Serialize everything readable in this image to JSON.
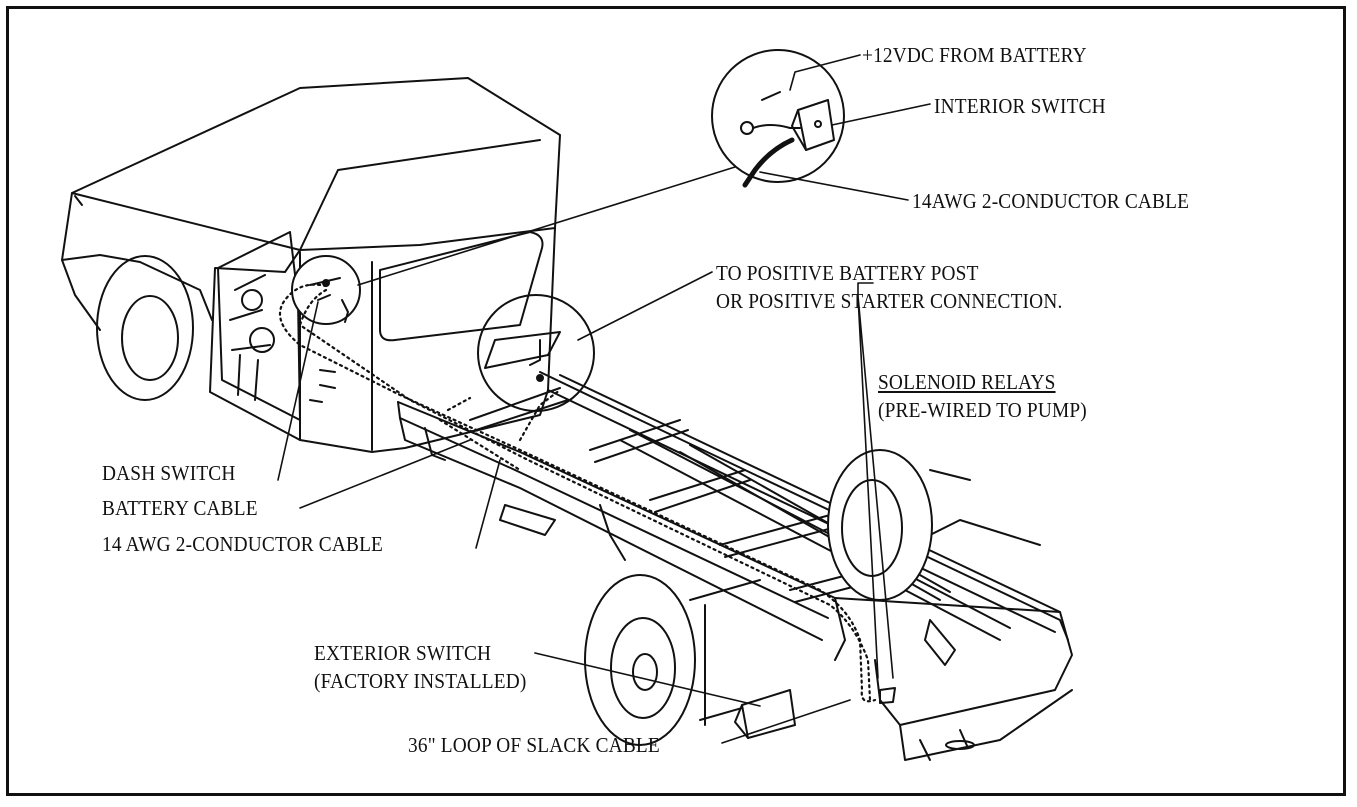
{
  "diagram": {
    "colors": {
      "ink": "#111111",
      "background": "#ffffff"
    },
    "callouts": {
      "battery_feed": "+12VDC FROM BATTERY",
      "interior_switch": "INTERIOR SWITCH",
      "cable_14awg_top": "14AWG 2-CONDUCTOR CABLE",
      "positive_post_line1": "TO POSITIVE BATTERY POST",
      "positive_post_line2": "OR POSITIVE STARTER CONNECTION.",
      "solenoid_line1": "SOLENOID RELAYS",
      "solenoid_line2": "(PRE-WIRED TO PUMP)",
      "dash_switch": "DASH SWITCH",
      "battery_cable": "BATTERY CABLE",
      "cable_14awg_bottom": "14 AWG 2-CONDUCTOR CABLE",
      "exterior_switch_line1": "EXTERIOR SWITCH",
      "exterior_switch_line2": "(FACTORY INSTALLED)",
      "slack_loop": "36\" LOOP OF SLACK CABLE"
    }
  }
}
